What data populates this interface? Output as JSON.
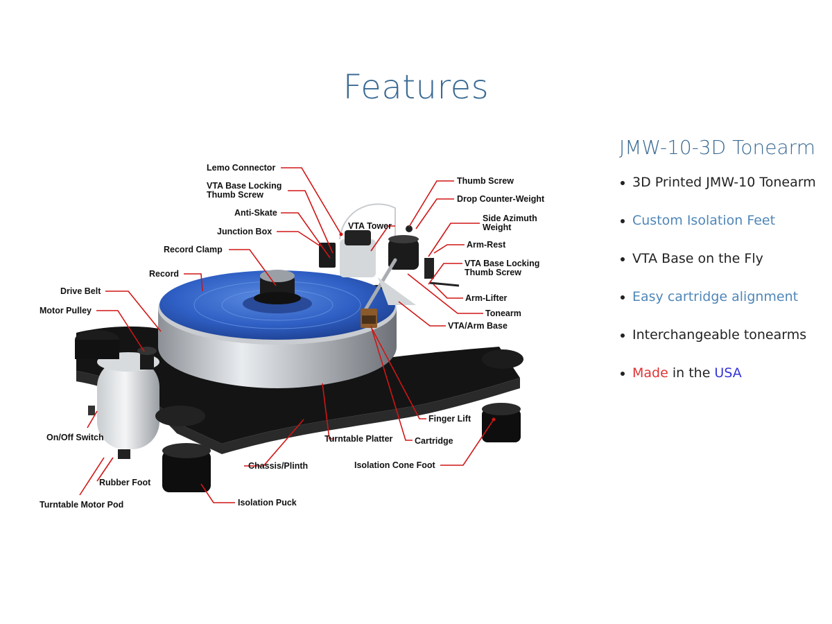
{
  "page": {
    "title": "Features"
  },
  "sidebar": {
    "title": "JMW-10-3D Tonearm",
    "features": [
      {
        "text": "3D Printed JMW-10 Tonearm"
      },
      {
        "text": "Custom Isolation Feet"
      },
      {
        "text": "VTA Base on the Fly"
      },
      {
        "text": "Easy cartridge alignment"
      },
      {
        "text": "Interchangeable tonearms"
      },
      {
        "made": "Made",
        "middle": " in the ",
        "usa": "USA"
      }
    ]
  },
  "diagram": {
    "labels": {
      "lemo_connector": "Lemo Connector",
      "vta_base_locking_1a": "VTA Base Locking",
      "vta_base_locking_1b": "Thumb Screw",
      "anti_skate": "Anti-Skate",
      "junction_box": "Junction Box",
      "record_clamp": "Record Clamp",
      "record": "Record",
      "drive_belt": "Drive Belt",
      "motor_pulley": "Motor Pulley",
      "vta_tower": "VTA Tower",
      "thumb_screw": "Thumb Screw",
      "drop_counter_weight": "Drop Counter-Weight",
      "side_azimuth_a": "Side Azimuth",
      "side_azimuth_b": "Weight",
      "arm_rest": "Arm-Rest",
      "vta_base_locking_2a": "VTA Base Locking",
      "vta_base_locking_2b": "Thumb Screw",
      "arm_lifter": "Arm-Lifter",
      "tonearm": "Tonearm",
      "vta_arm_base": "VTA/Arm Base",
      "finger_lift": "Finger Lift",
      "cartridge": "Cartridge",
      "turntable_platter": "Turntable Platter",
      "isolation_cone_foot": "Isolation Cone Foot",
      "on_off_switch": "On/Off Switch",
      "chassis_plinth": "Chassis/Plinth",
      "rubber_foot": "Rubber Foot",
      "turntable_motor_pod": "Turntable Motor Pod",
      "isolation_puck": "Isolation Puck"
    }
  }
}
